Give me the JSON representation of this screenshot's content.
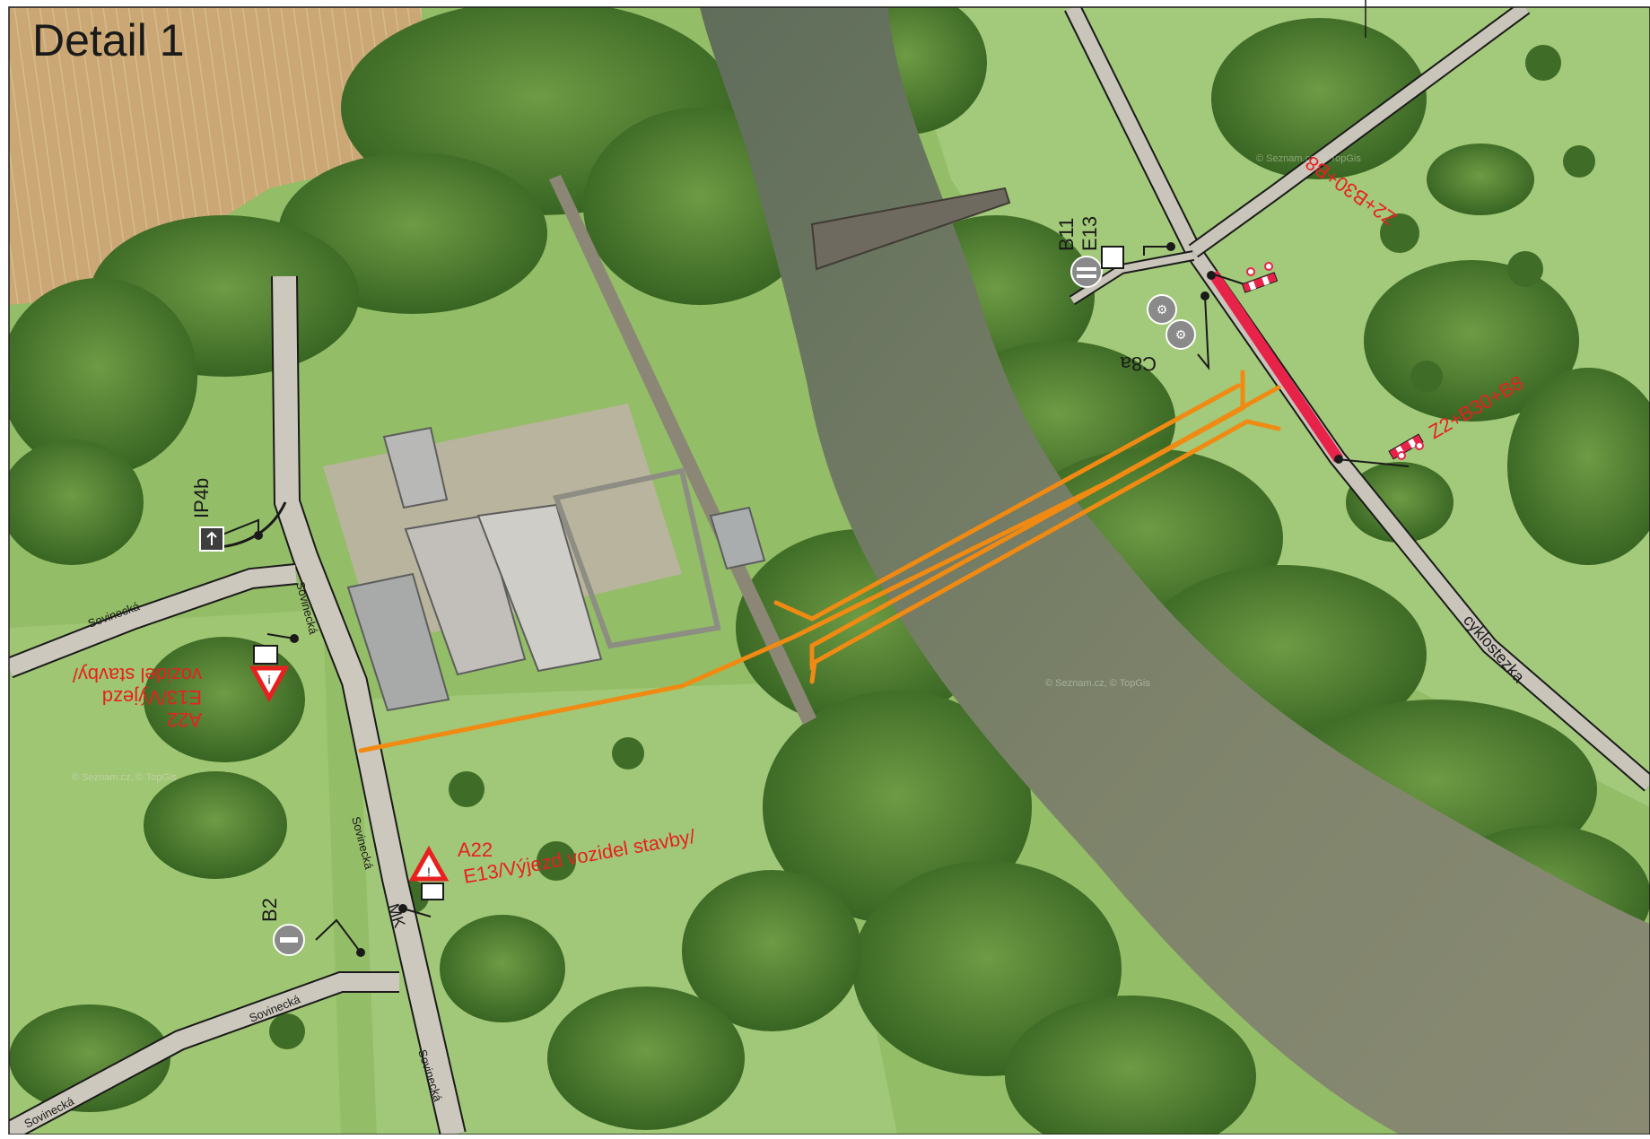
{
  "map": {
    "title": "Detail 1",
    "colors": {
      "field": "#c9a874",
      "grass": "#9cc36f",
      "grass_dark": "#7fae58",
      "tree": "#4f7f34",
      "tree_dark": "#2f5a22",
      "river": "#78806a",
      "road": "#cfcac0",
      "road_border": "#1a1a1a",
      "planned_line": "#f08a12",
      "closure_red": "#e8234a",
      "label_red": "#e8201f",
      "label_black": "#1a1a1a"
    },
    "street_labels": {
      "sovinecka": "Sovinecká",
      "cyklostezka": "cyklostezka",
      "mk": "MK"
    },
    "signs": {
      "ip4b": "IP4b",
      "b2": "B2",
      "b11": "B11",
      "e13": "E13",
      "c8a": "C8a",
      "a22_lower_code": "A22",
      "a22_lower_text": "E13/Výjezd vozidel stavby/",
      "a22_upper_code": "A22",
      "a22_upper_line1": "E13/Výjezd",
      "a22_upper_line2": "vozidel stavby/",
      "closure_upper": "Z2+B30+B8",
      "closure_lower": "Z2+B30+B8"
    },
    "watermarks": [
      "© Seznam.cz, © TopGis"
    ],
    "icons": [
      "warning-triangle-icon",
      "no-entry-icon",
      "bicycle-icon",
      "arrow-up-icon",
      "barrier-icon"
    ]
  }
}
